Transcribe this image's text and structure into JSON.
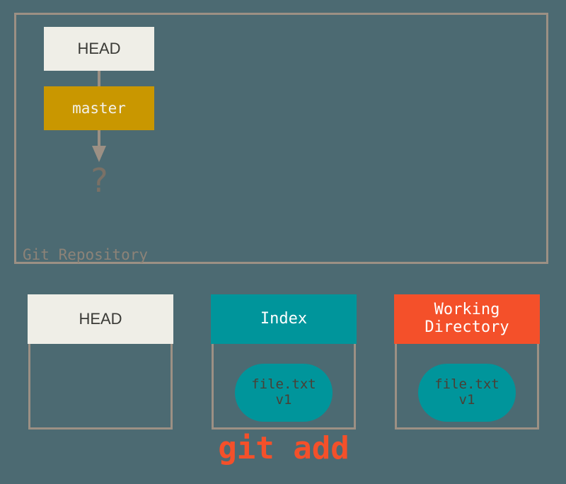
{
  "colors": {
    "background": "#4C6A72",
    "border": "#9C9084",
    "light_box": "#EFEEE7",
    "gold": "#C99700",
    "teal": "#00959B",
    "orange": "#F4502A",
    "dark_text": "#3A3A36",
    "label_text": "#8C8378"
  },
  "repository": {
    "label": "Git Repository",
    "head_box": {
      "label": "HEAD"
    },
    "branch_box": {
      "label": "master"
    },
    "unknown_commit": {
      "label": "?"
    }
  },
  "areas": [
    {
      "id": "head",
      "title": "HEAD",
      "header_style": "light",
      "blob": null
    },
    {
      "id": "index",
      "title": "Index",
      "header_style": "teal",
      "blob": "file.txt\nv1"
    },
    {
      "id": "working-directory",
      "title": "Working\nDirectory",
      "header_style": "orange",
      "blob": "file.txt\nv1"
    }
  ],
  "caption": {
    "command": "git add"
  }
}
